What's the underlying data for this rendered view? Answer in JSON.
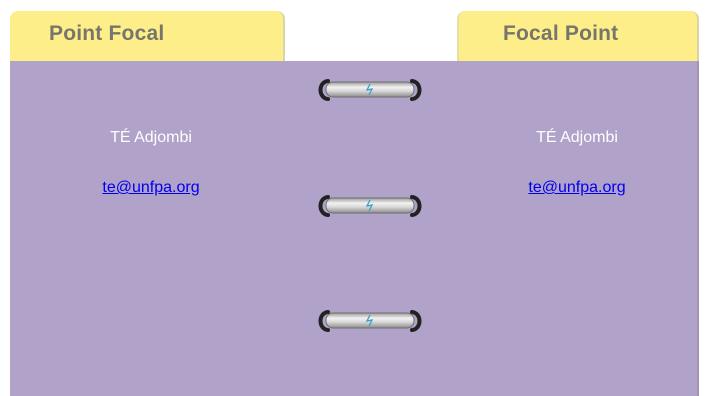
{
  "tabs": {
    "left_label": "Point Focal",
    "right_label": "Focal Point"
  },
  "contacts": {
    "left": {
      "name": "TÉ Adjombi",
      "email": "te@unfpa.org"
    },
    "right": {
      "name": "TÉ Adjombi",
      "email": "te@unfpa.org"
    }
  },
  "colors": {
    "tab_background": "#fdee8a",
    "tab_text": "#76766a",
    "panel_background": "#b0a2c8",
    "name_text": "#ffffff",
    "link_text": "#0000ee"
  },
  "icons": {
    "binder_ring": "binder-ring-icon"
  }
}
